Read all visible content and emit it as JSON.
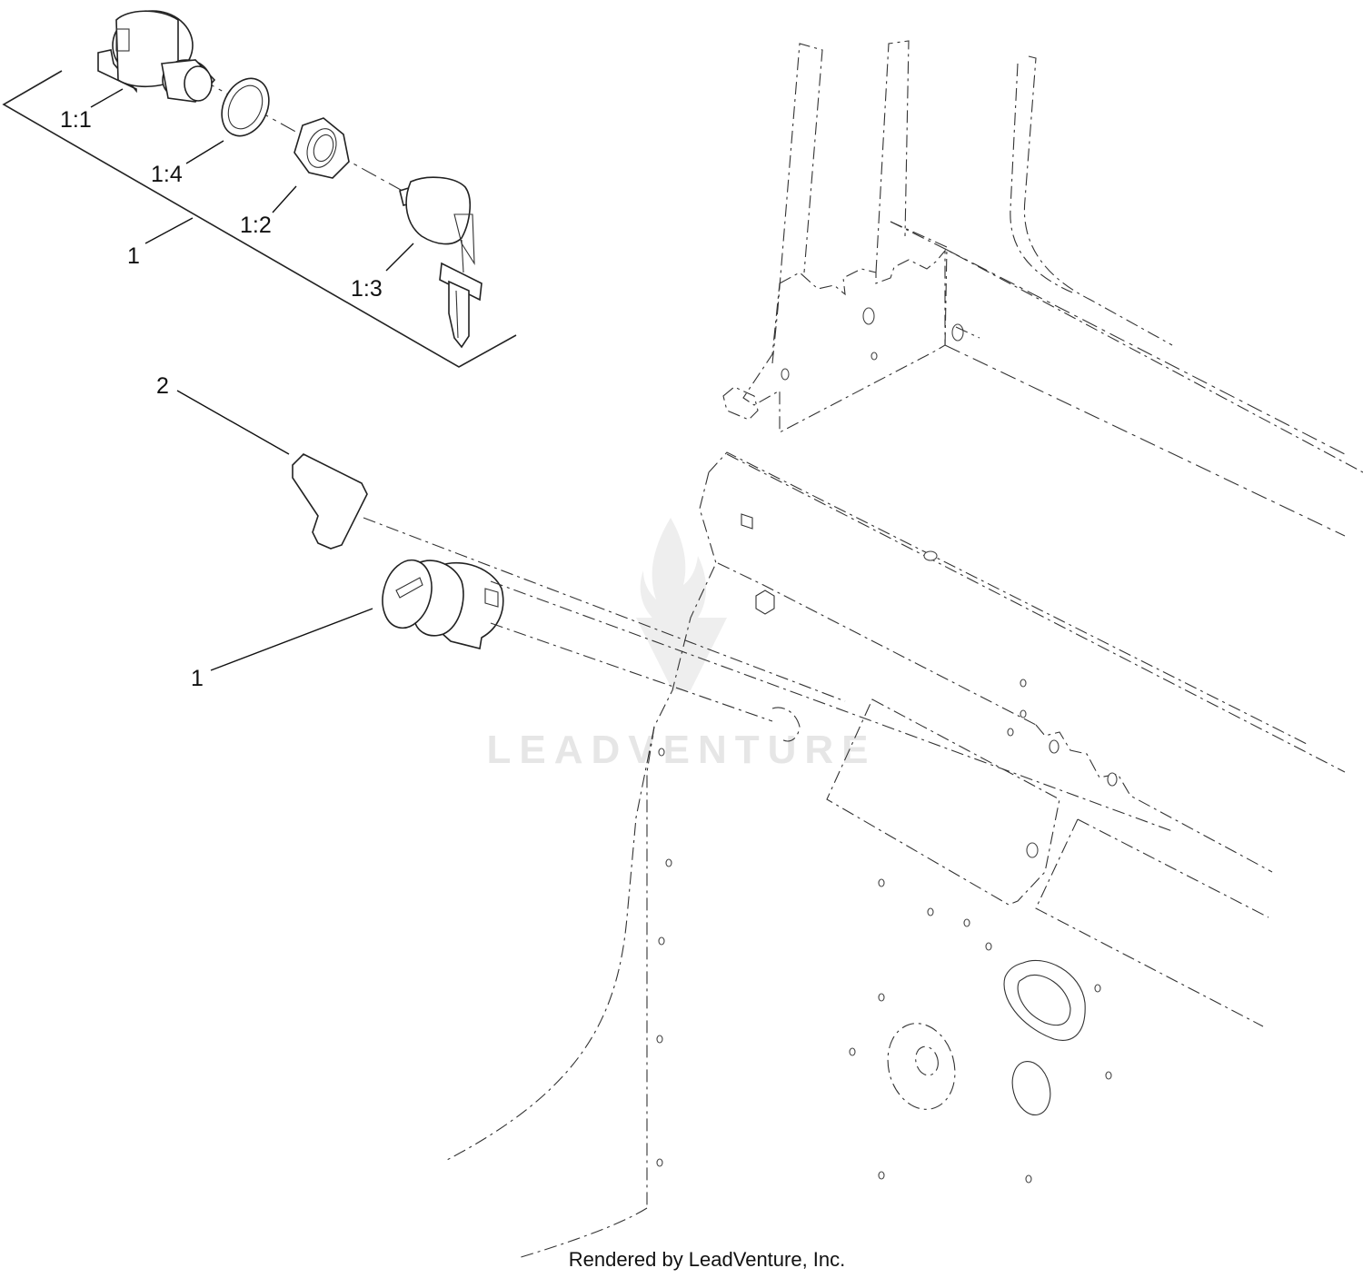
{
  "callouts": {
    "assembly_ref_1_top": "1",
    "switch_body": "1:1",
    "nut": "1:2",
    "key": "1:3",
    "washer": "1:4",
    "decal": "2",
    "switch_installed": "1"
  },
  "watermark": {
    "brand": "LEADVENTURE"
  },
  "footer": {
    "credit": "Rendered by LeadVenture, Inc."
  }
}
